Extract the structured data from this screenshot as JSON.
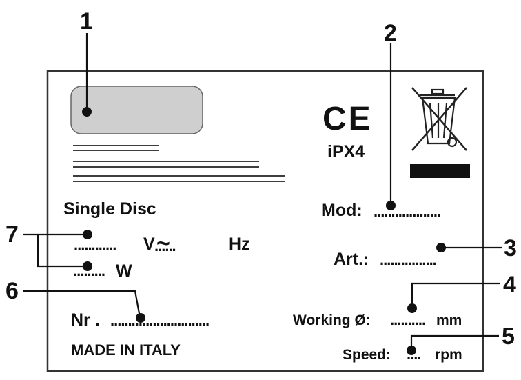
{
  "callouts": {
    "c1": "1",
    "c2": "2",
    "c3": "3",
    "c4": "4",
    "c5": "5",
    "c6": "6",
    "c7": "7"
  },
  "plate": {
    "ce_mark": "CE",
    "ip_rating": "iPX4",
    "product_name": "Single Disc",
    "voltage": {
      "dots": "............",
      "unit": "V",
      "symbol": "~"
    },
    "frequency_unit": "Hz",
    "power": {
      "dots": ".........",
      "unit": "W"
    },
    "serial": {
      "label": "Nr .",
      "dots": "............................"
    },
    "origin": "MADE IN ITALY",
    "model": {
      "label": "Mod:",
      "dots": "..................."
    },
    "article": {
      "label": "Art.:",
      "dots": "................"
    },
    "working_diameter": {
      "label": "Working Ø:",
      "dots": "..........",
      "unit": "mm"
    },
    "speed": {
      "label": "Speed:",
      "dots": "....",
      "unit": "rpm"
    },
    "weee_icon": "crossed-out-wheelie-bin-icon",
    "logo_placeholder": "logo-area"
  },
  "colors": {
    "line": "#111111",
    "logo_fill": "#cfcfcf",
    "logo_stroke": "#666666"
  }
}
